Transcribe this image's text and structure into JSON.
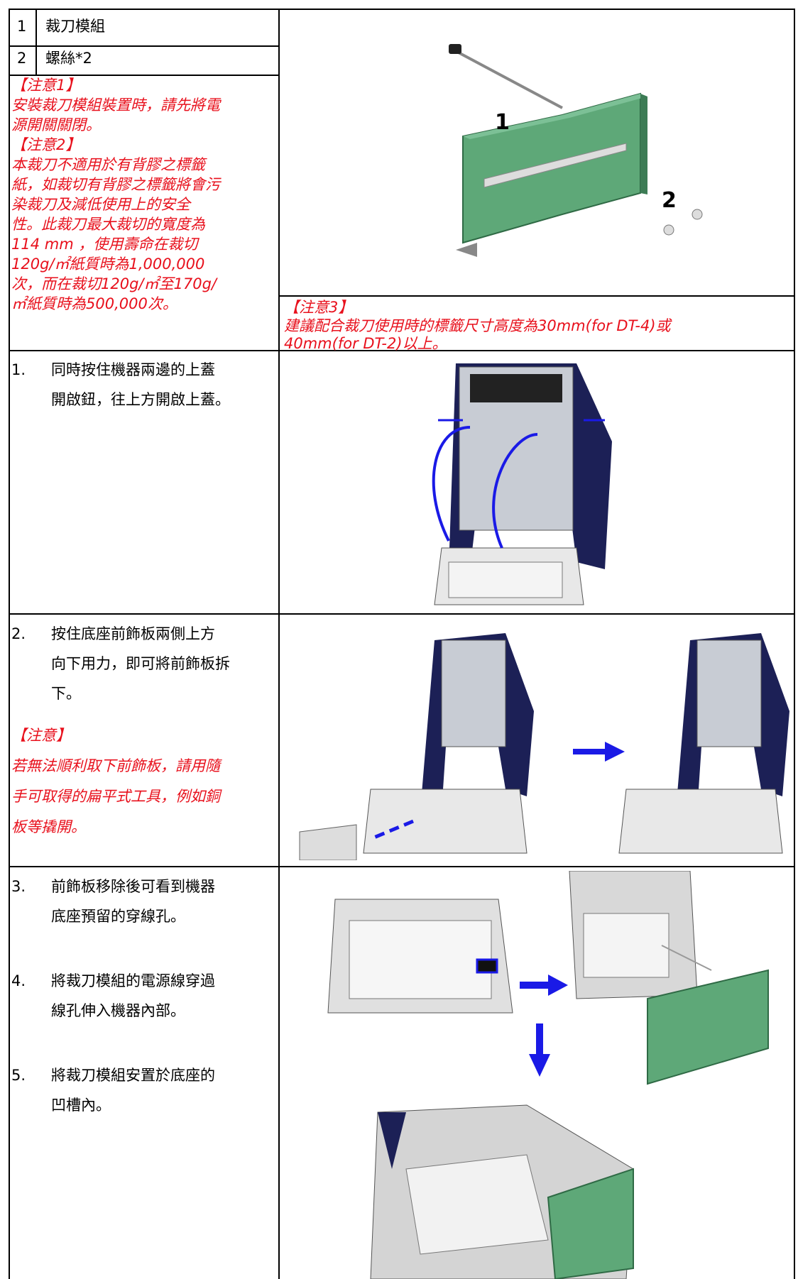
{
  "parts": [
    {
      "num": "1",
      "name": "裁刀模組"
    },
    {
      "num": "2",
      "name": "螺絲*2"
    }
  ],
  "notes": {
    "note1_title": "【注意1】",
    "note1_body": [
      "安裝裁刀模組裝置時，請先將電",
      "源開關關閉。"
    ],
    "note2_title": "【注意2】",
    "note2_body": [
      "本裁刀不適用於有背膠之標籤",
      "紙，如裁切有背膠之標籤將會污",
      "染裁刀及減低使用上的安全",
      "性。此裁刀最大裁切的寬度為",
      "114 mm ，使用壽命在裁切",
      "120g/㎡紙質時為1,000,000",
      "次，而在裁切120g/㎡至170g/",
      "㎡紙質時為500,000次。"
    ],
    "note3_title": "【注意3】",
    "note3_body": [
      "建議配合裁刀使用時的標籤尺寸高度為30mm(for DT-4)或",
      "40mm(for DT-2)以上。"
    ]
  },
  "figure_labels": {
    "cutter": "1",
    "screws": "2"
  },
  "steps": [
    {
      "num": "1.",
      "lines": [
        "同時按住機器兩邊的上蓋",
        "開啟鈕，往上方開啟上蓋。"
      ]
    },
    {
      "num": "2.",
      "lines": [
        "按住底座前飾板兩側上方",
        "向下用力，即可將前飾板拆",
        "下。"
      ],
      "note_title": "【注意】",
      "note_lines": [
        "若無法順利取下前飾板，請用隨",
        "手可取得的扁平式工具，例如銅",
        "板等撬開。"
      ]
    },
    {
      "num": "3.",
      "lines": [
        "前飾板移除後可看到機器",
        "底座預留的穿線孔。"
      ]
    },
    {
      "num": "4.",
      "lines": [
        "將裁刀模組的電源線穿過",
        "線孔伸入機器內部。"
      ]
    },
    {
      "num": "5.",
      "lines": [
        "將裁刀模組安置於底座的",
        "凹槽內。"
      ]
    }
  ],
  "colors": {
    "accent_red": "#e8101c",
    "arrow_blue": "#1a1ae6",
    "cutter_green": "#5ea878",
    "printer_navy": "#1c2056"
  }
}
